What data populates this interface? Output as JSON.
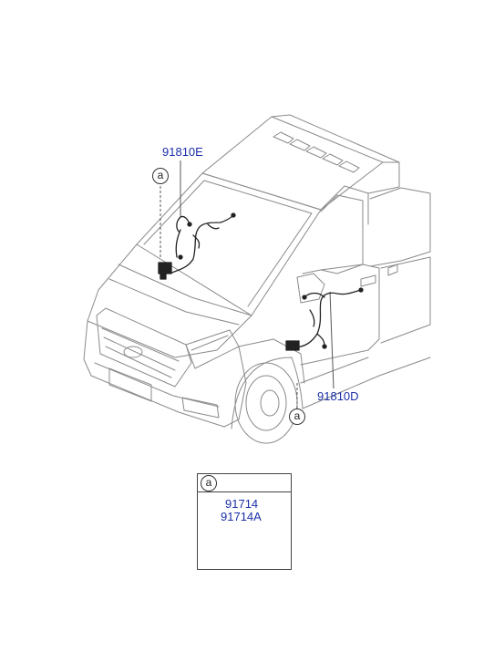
{
  "callouts": {
    "windshield_ref": "a",
    "door_ref": "a",
    "detail_ref": "a"
  },
  "parts": {
    "front_harness": "91810E",
    "door_harness": "91810D",
    "grommet_primary": "91714",
    "grommet_alt": "91714A"
  },
  "colors": {
    "label": "#1a2fa8",
    "line": "#555555",
    "harness": "#222222"
  }
}
